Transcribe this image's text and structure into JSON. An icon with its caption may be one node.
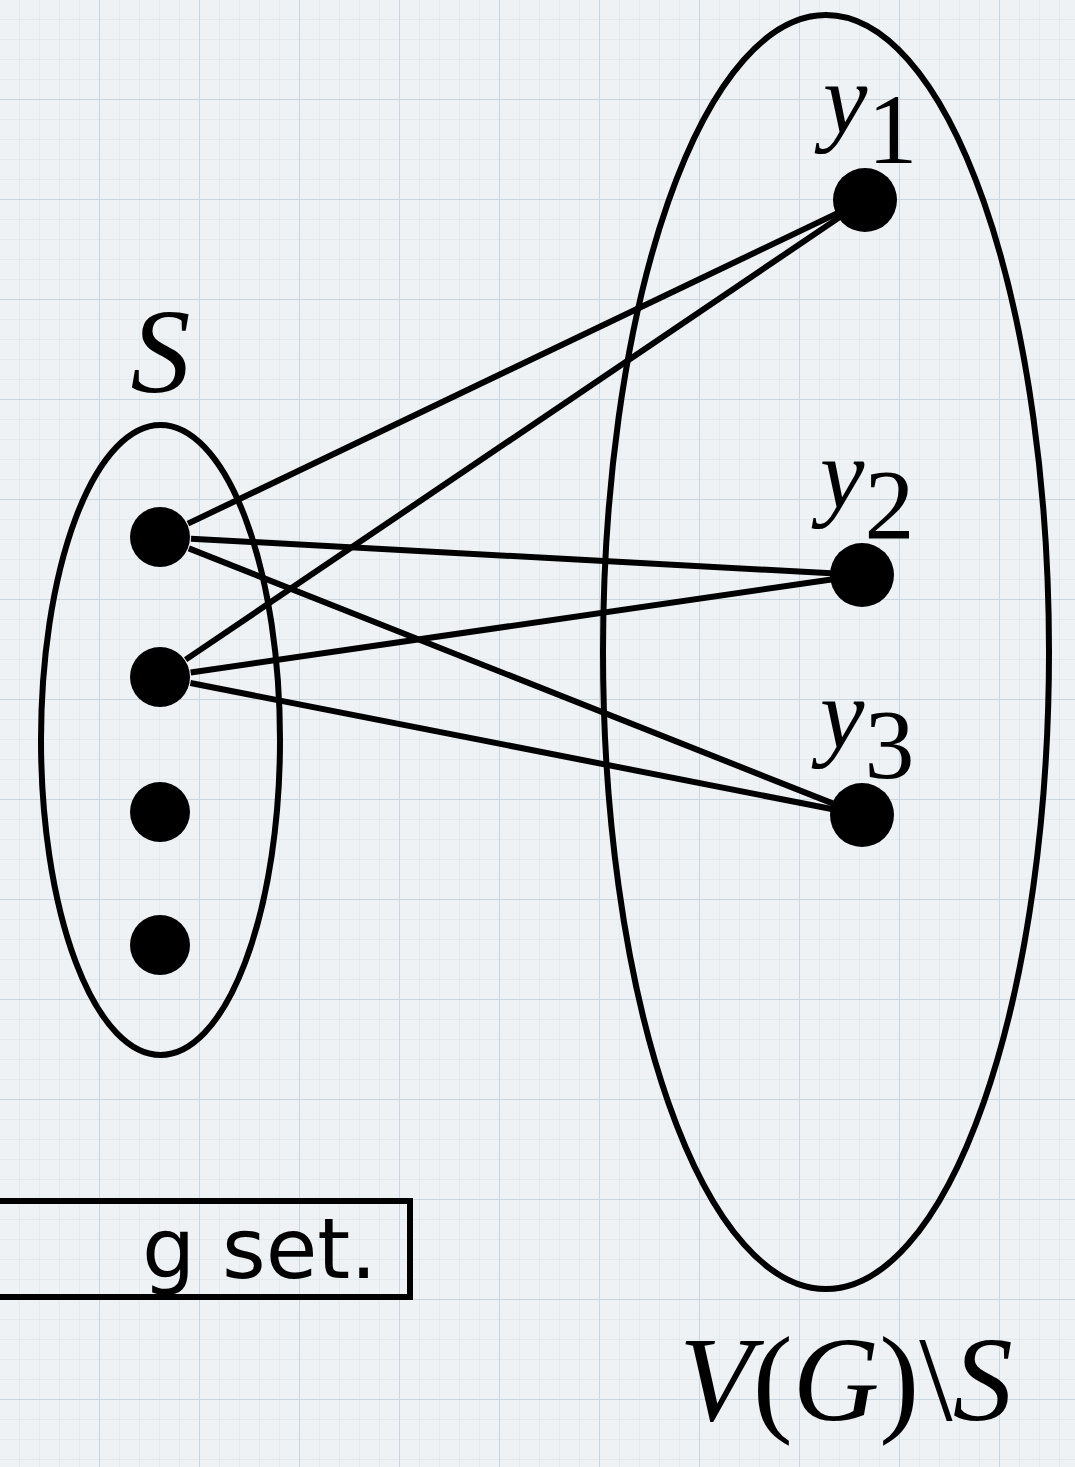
{
  "diagram": {
    "nodes": [
      {
        "text": [
          "*S*"
        ]
      },
      {
        "text": [],
        "shape": "circle",
        "in": 0
      },
      {
        "text": [],
        "shape": "circle",
        "in": 0
      },
      {
        "text": [],
        "shape": "circle",
        "in": 0
      },
      {
        "text": [],
        "shape": "circle",
        "in": 0
      },
      {
        "text": [
          "*V*(*G*)\\*S*"
        ]
      },
      {
        "text": [],
        "shape": "circle",
        "in": 5,
        "beside": [
          "*y*$_{1}$"
        ]
      },
      {
        "text": [],
        "shape": "circle",
        "in": 5,
        "beside": [
          "*y*$_{2}$"
        ]
      },
      {
        "text": [],
        "shape": "circle",
        "in": 5,
        "beside": [
          "*y*$_{3}$"
        ]
      },
      {
        "text": [
          "g set."
        ]
      }
    ],
    "edges": [
      {
        "from": 1,
        "to": 6,
        "arrow": "none"
      },
      {
        "from": 1,
        "to": 7,
        "arrow": "none"
      },
      {
        "from": 1,
        "to": 8,
        "arrow": "none"
      },
      {
        "from": 2,
        "to": 6,
        "arrow": "none"
      },
      {
        "from": 2,
        "to": 7,
        "arrow": "none"
      },
      {
        "from": 2,
        "to": 8,
        "arrow": "none"
      }
    ]
  }
}
